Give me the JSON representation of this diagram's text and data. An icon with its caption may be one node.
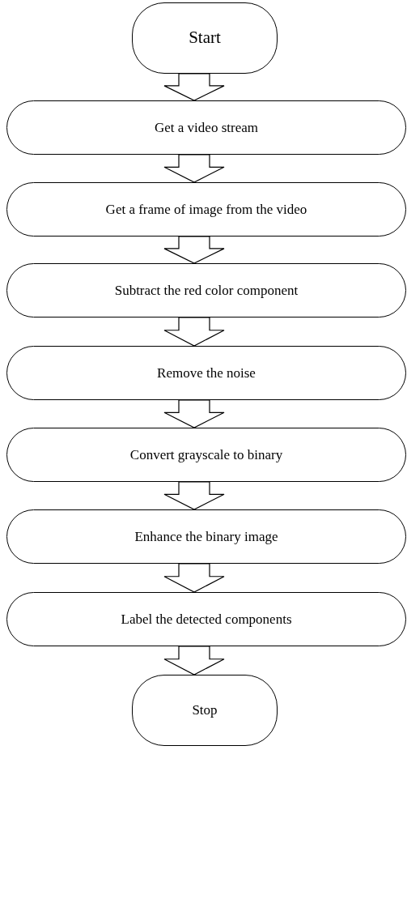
{
  "diagram": {
    "nodes": [
      {
        "text": [
          "Start"
        ]
      },
      {
        "text": [
          "Get a video stream"
        ]
      },
      {
        "text": [
          "Get a frame of image from the video"
        ]
      },
      {
        "text": [
          "Subtract the red color component"
        ]
      },
      {
        "text": [
          "Remove the noise"
        ]
      },
      {
        "text": [
          "Convert grayscale to binary"
        ]
      },
      {
        "text": [
          "Enhance the binary image"
        ]
      },
      {
        "text": [
          "Label the detected components"
        ]
      },
      {
        "text": [
          "Stop"
        ]
      }
    ],
    "edges": [
      {
        "from": 0,
        "to": 1,
        "arrow": "to"
      },
      {
        "from": 1,
        "to": 2,
        "arrow": "to"
      },
      {
        "from": 2,
        "to": 3,
        "arrow": "to"
      },
      {
        "from": 3,
        "to": 4,
        "arrow": "to"
      },
      {
        "from": 4,
        "to": 5,
        "arrow": "to"
      },
      {
        "from": 5,
        "to": 6,
        "arrow": "to"
      },
      {
        "from": 6,
        "to": 7,
        "arrow": "to"
      },
      {
        "from": 7,
        "to": 8,
        "arrow": "to"
      }
    ]
  }
}
